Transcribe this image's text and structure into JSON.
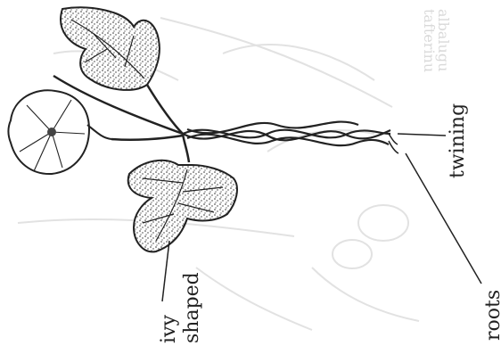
{
  "labels": {
    "twining": "twining",
    "roots": "roots",
    "ivy": "ivy",
    "shaped": "shaped"
  },
  "watermark": {
    "line1": "albalugu",
    "line2": "tafterinu"
  },
  "colors": {
    "ink": "#222222",
    "ghost": "#dedede",
    "paper": "#ffffff"
  }
}
